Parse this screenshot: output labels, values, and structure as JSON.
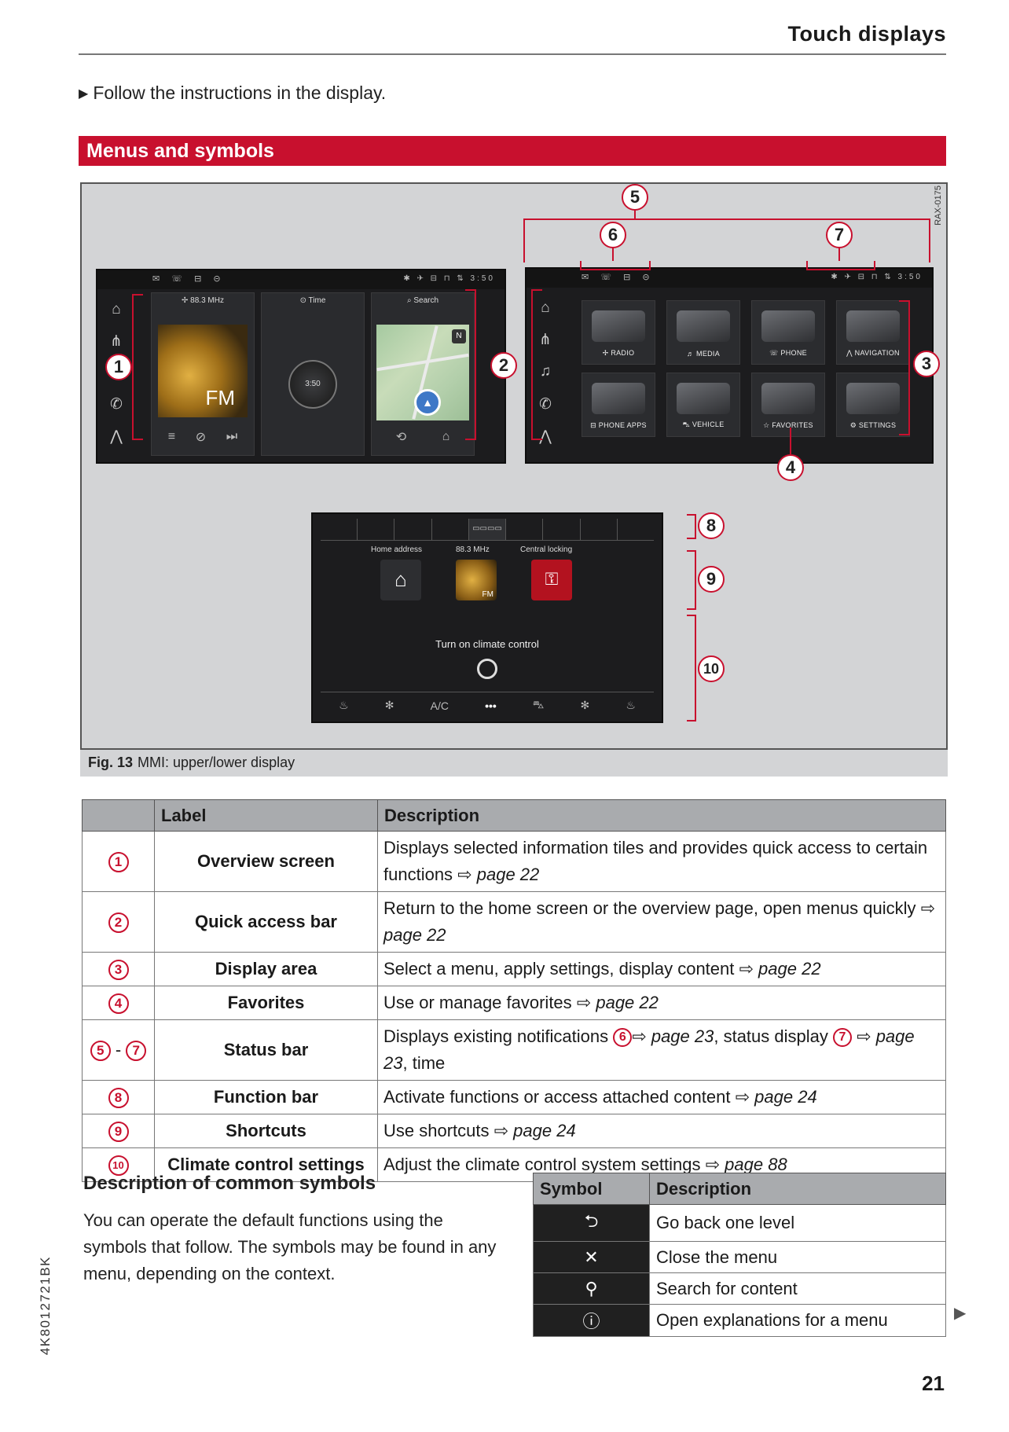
{
  "header": {
    "title": "Touch displays"
  },
  "instruction": {
    "text": "Follow the instructions in the display."
  },
  "section": {
    "title": "Menus and symbols"
  },
  "figure": {
    "code": "RAX-0175",
    "caption_label": "Fig. 13",
    "caption_text": "MMI: upper/lower display",
    "upper_left": {
      "status_left": "✉ ☏ ⊟ ⊝",
      "status_right": "✱ ✈ ⊟ ⊓ ⇅ 3:50",
      "tiles": [
        {
          "title": "✢ 88.3 MHz",
          "main": "FM"
        },
        {
          "title": "⊙ Time",
          "main": "3:50"
        },
        {
          "title": "⌕ Search",
          "main": "N"
        }
      ]
    },
    "upper_right": {
      "status_left": "✉ ☏ ⊟ ⊝",
      "status_right": "✱ ✈ ⊟ ⊓ ⇅ 3:50",
      "apps": [
        "✢ RADIO",
        "♬ MEDIA",
        "☏ PHONE",
        "⋀ NAVIGATION",
        "⊟ PHONE APPS",
        "⛍ VEHICLE",
        "☆ FAVORITES",
        "⚙ SETTINGS"
      ]
    },
    "lower": {
      "function_label": "▭▭▭▭",
      "shortcuts": [
        "Home address",
        "88.3 MHz",
        "Central locking"
      ],
      "shortcut_fm": "FM",
      "climate_text": "Turn on climate control",
      "climate_ac": "A/C",
      "climate_more": "•••"
    },
    "callouts": [
      "1",
      "2",
      "3",
      "4",
      "5",
      "6",
      "7",
      "8",
      "9",
      "10"
    ]
  },
  "table": {
    "headers": [
      "",
      "Label",
      "Description"
    ],
    "rows": [
      {
        "num": "1",
        "label": "Overview screen",
        "desc": "Displays selected information tiles and provides quick access to certain functions ⇨",
        "page": "page 22"
      },
      {
        "num": "2",
        "label": "Quick access bar",
        "desc": "Return to the home screen or the overview page, open menus quickly ⇨",
        "page": "page 22"
      },
      {
        "num": "3",
        "label": "Display area",
        "desc": "Select a menu, apply settings, display content ⇨",
        "page": "page 22"
      },
      {
        "num": "4",
        "label": "Favorites",
        "desc": "Use or manage favorites ⇨",
        "page": "page 22"
      },
      {
        "num": "5",
        "num2": "7",
        "dash": "-",
        "label": "Status bar",
        "desc_a": "Displays existing notifications",
        "note_a": "6",
        "arrow_a": "⇨",
        "page_a": "page 23",
        "desc_b": ", status display",
        "note_b": "7",
        "arrow_b": "⇨",
        "page_b": "page 23",
        "desc_c": ", time"
      },
      {
        "num": "8",
        "label": "Function bar",
        "desc": "Activate functions or access attached content ⇨",
        "page": "page 24"
      },
      {
        "num": "9",
        "label": "Shortcuts",
        "desc": "Use shortcuts ⇨",
        "page": "page 24"
      },
      {
        "num": "10",
        "label": "Climate control settings",
        "desc": "Adjust the climate control system settings ⇨",
        "page": "page 88"
      }
    ]
  },
  "symbols_section": {
    "heading": "Description of common symbols",
    "paragraph": "You can operate the default functions using the symbols that follow. The symbols may be found in any menu, depending on the context.",
    "headers": [
      "Symbol",
      "Description"
    ],
    "rows": [
      {
        "symbol": "⮌",
        "desc": "Go back one level"
      },
      {
        "symbol": "✕",
        "desc": "Close the menu"
      },
      {
        "symbol": "⚲",
        "desc": "Search for content"
      },
      {
        "symbol": "ⓘ",
        "desc": "Open explanations for a menu"
      }
    ],
    "continue": "▶"
  },
  "footer": {
    "side_code": "4K8012721BK",
    "page_number": "21"
  },
  "colors": {
    "accent": "#c8102e",
    "table_header": "#a9abae",
    "figure_bg": "#d3d4d6"
  }
}
